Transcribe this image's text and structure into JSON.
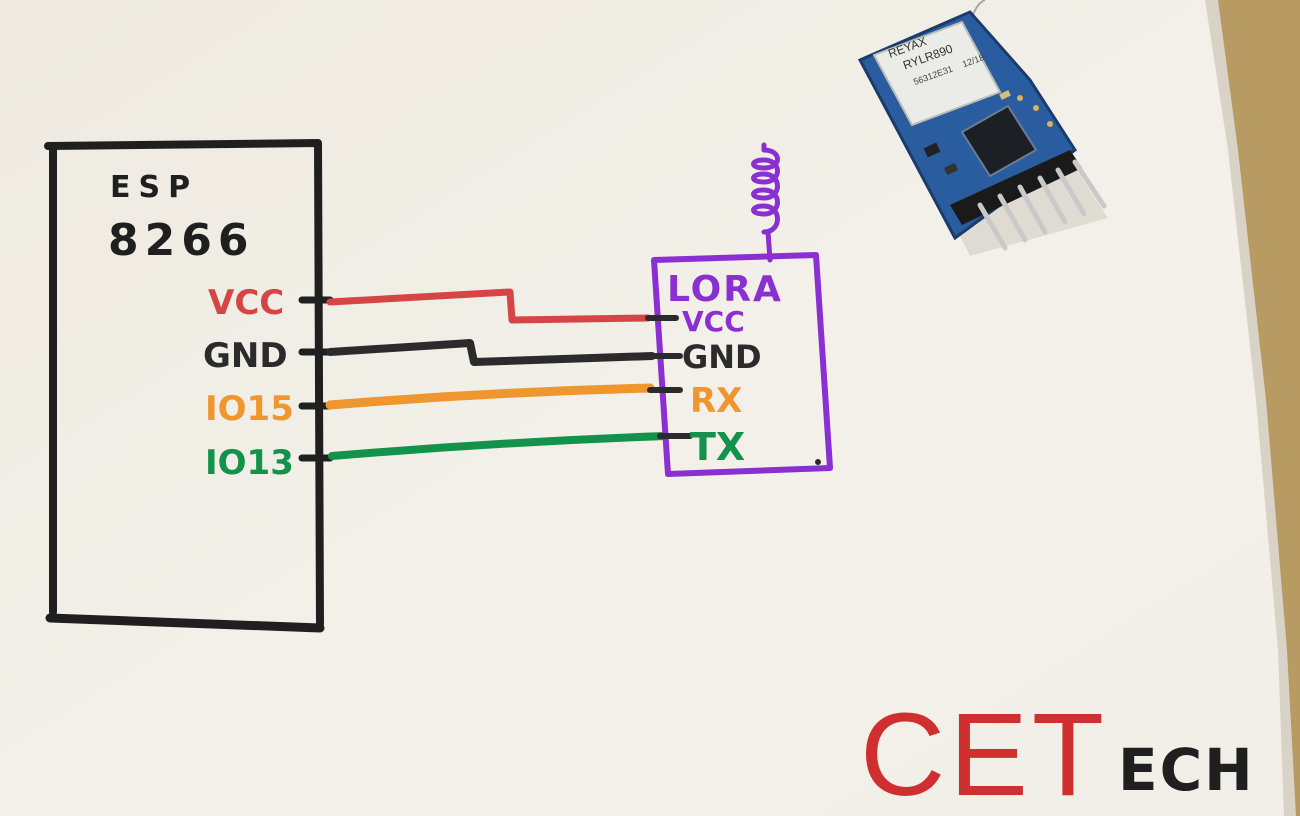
{
  "esp": {
    "line1": "ESP",
    "line2": "8266"
  },
  "esp_pins": [
    {
      "label": "VCC",
      "color": "#d64545"
    },
    {
      "label": "GND",
      "color": "#2b2b2b"
    },
    {
      "label": "IO15",
      "color": "#f0962e"
    },
    {
      "label": "IO13",
      "color": "#12924a"
    }
  ],
  "lora": {
    "title": "LORA",
    "box_color": "#8a2fd1"
  },
  "lora_pins": [
    {
      "label": "VCC",
      "color": "#8a2fd1"
    },
    {
      "label": "GND",
      "color": "#2b2b2b"
    },
    {
      "label": "RX",
      "color": "#f0962e"
    },
    {
      "label": "TX",
      "color": "#12924a"
    }
  ],
  "module": {
    "brand": "REYAX",
    "model": "RYLR890",
    "serial": "56312E31",
    "date": "12/18"
  },
  "logo": {
    "part1": "CET",
    "part2": "ECH"
  }
}
